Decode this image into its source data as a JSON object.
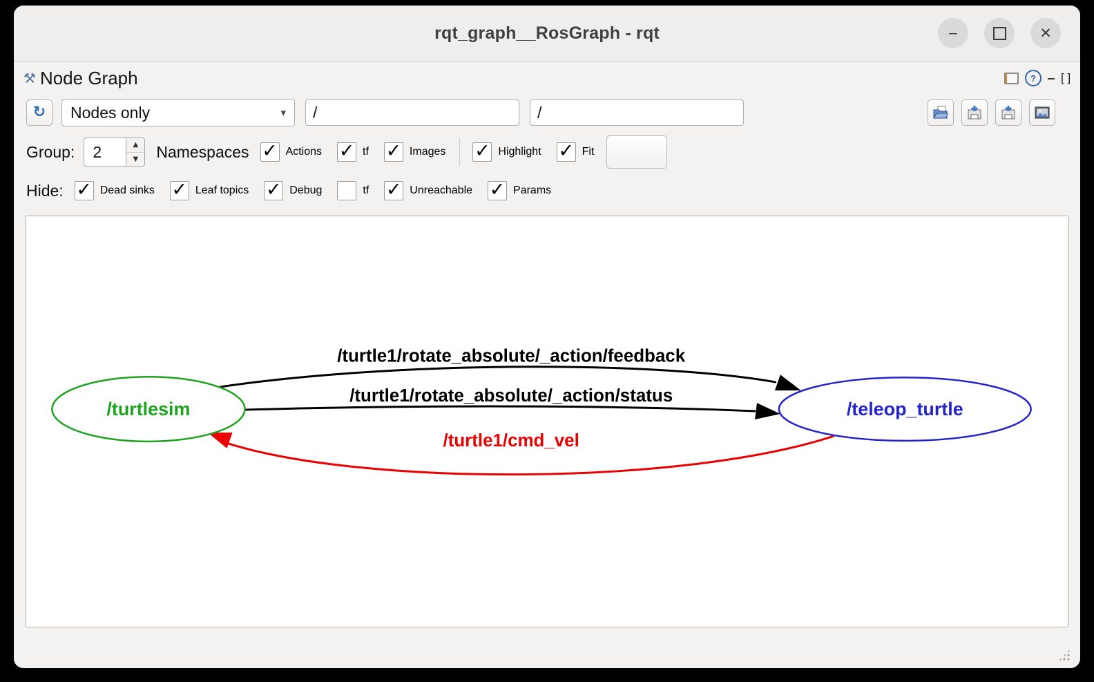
{
  "window": {
    "title": "rqt_graph__RosGraph - rqt",
    "controls": {
      "minimize": "–",
      "maximize": "",
      "close": "✕"
    }
  },
  "dock": {
    "title": "Node Graph",
    "plugin_icon_glyph": "⚒",
    "buttons": {
      "help": "?",
      "minimize": "‒",
      "float": "[ ]"
    }
  },
  "toolbar": {
    "refresh_glyph": "↻",
    "graph_type_value": "Nodes only",
    "combo_arrow_glyph": "▾",
    "node_filter_value": "/",
    "topic_filter_value": "/",
    "action_buttons": [
      "open-dot-file",
      "save-as-dot",
      "save-as-svg",
      "save-as-image"
    ]
  },
  "options_row": {
    "group_label": "Group:",
    "group_value": "2",
    "spin_up_glyph": "▲",
    "spin_down_glyph": "▼",
    "namespaces_label": "Namespaces",
    "graph_checkboxes": [
      {
        "label": "Actions",
        "checked": true
      },
      {
        "label": "tf",
        "checked": true
      },
      {
        "label": "Images",
        "checked": true
      }
    ],
    "view_checkboxes": [
      {
        "label": "Highlight",
        "checked": true
      },
      {
        "label": "Fit",
        "checked": true
      }
    ]
  },
  "hide_row": {
    "label": "Hide:",
    "checkboxes": [
      {
        "label": "Dead sinks",
        "checked": true
      },
      {
        "label": "Leaf topics",
        "checked": true
      },
      {
        "label": "Debug",
        "checked": true
      },
      {
        "label": "tf",
        "checked": false
      },
      {
        "label": "Unreachable",
        "checked": true
      },
      {
        "label": "Params",
        "checked": true
      }
    ]
  },
  "graph": {
    "nodes": [
      {
        "label": "/turtlesim",
        "color": "#1ea31e"
      },
      {
        "label": "/teleop_turtle",
        "color": "#2323cd"
      }
    ],
    "edges": [
      {
        "label": "/turtle1/rotate_absolute/_action/feedback",
        "source": "/turtlesim",
        "target": "/teleop_turtle",
        "color": "#000000"
      },
      {
        "label": "/turtle1/rotate_absolute/_action/status",
        "source": "/turtlesim",
        "target": "/teleop_turtle",
        "color": "#000000"
      },
      {
        "label": "/turtle1/cmd_vel",
        "source": "/teleop_turtle",
        "target": "/turtlesim",
        "color": "#ea0000"
      }
    ]
  }
}
